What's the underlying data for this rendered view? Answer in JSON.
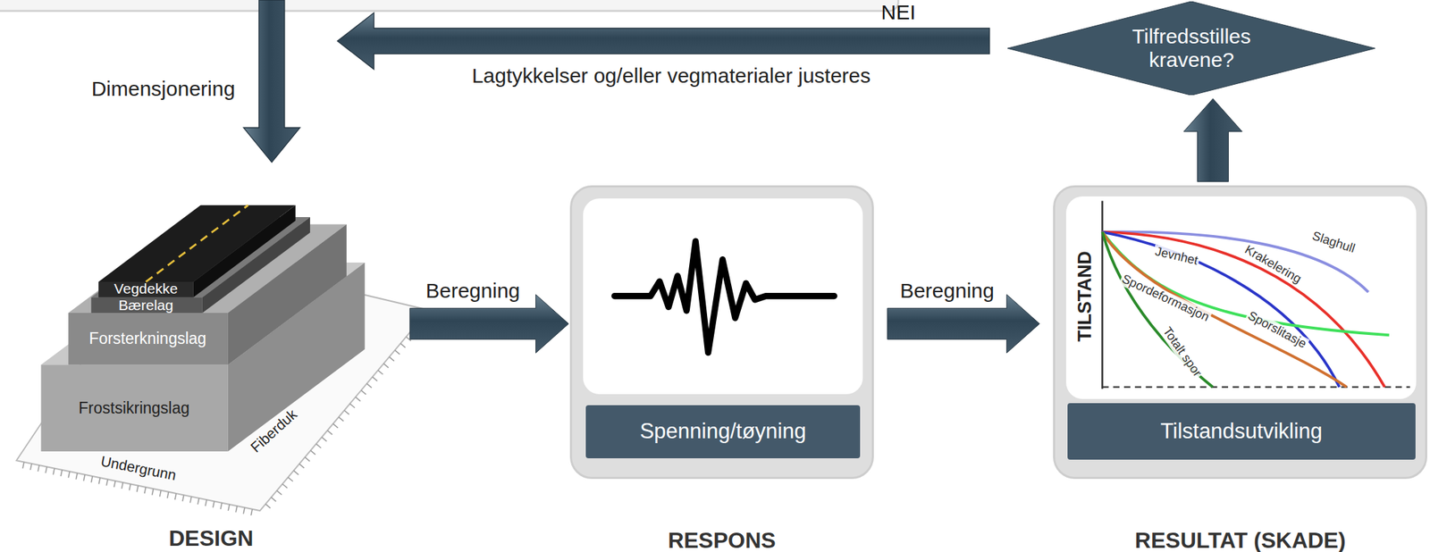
{
  "diagram": {
    "nodes": [
      {
        "text": [
          "DESIGN"
        ]
      },
      {
        "text": [
          "Spenning/tøyning",
          "RESPONS"
        ]
      },
      {
        "text": [
          "Tilstandsutvikling",
          "RESULTAT (SKADE)"
        ]
      },
      {
        "text": [
          "Tilfredsstilles kravene?"
        ]
      }
    ],
    "edges": [
      {
        "from": 0,
        "to": 1,
        "arrow": "to",
        "label": "Beregning"
      },
      {
        "from": 1,
        "to": 2,
        "arrow": "to",
        "label": "Beregning"
      },
      {
        "from": 2,
        "to": 3,
        "arrow": "to"
      }
    ],
    "labels": [
      "NEI",
      "Lagtykkelser og/eller vegmaterialer justeres",
      "Dimensjonering",
      "Vegdekke",
      "Bærelag",
      "Forsterkningslag",
      "Frostsikringslag",
      "Fiberduk",
      "Undergrunn",
      "TILSTAND",
      "Slaghull",
      "Krakelering",
      "Jevnhet",
      "Spordeformasjon",
      "Sporslitasje",
      "Totalt spor"
    ]
  }
}
